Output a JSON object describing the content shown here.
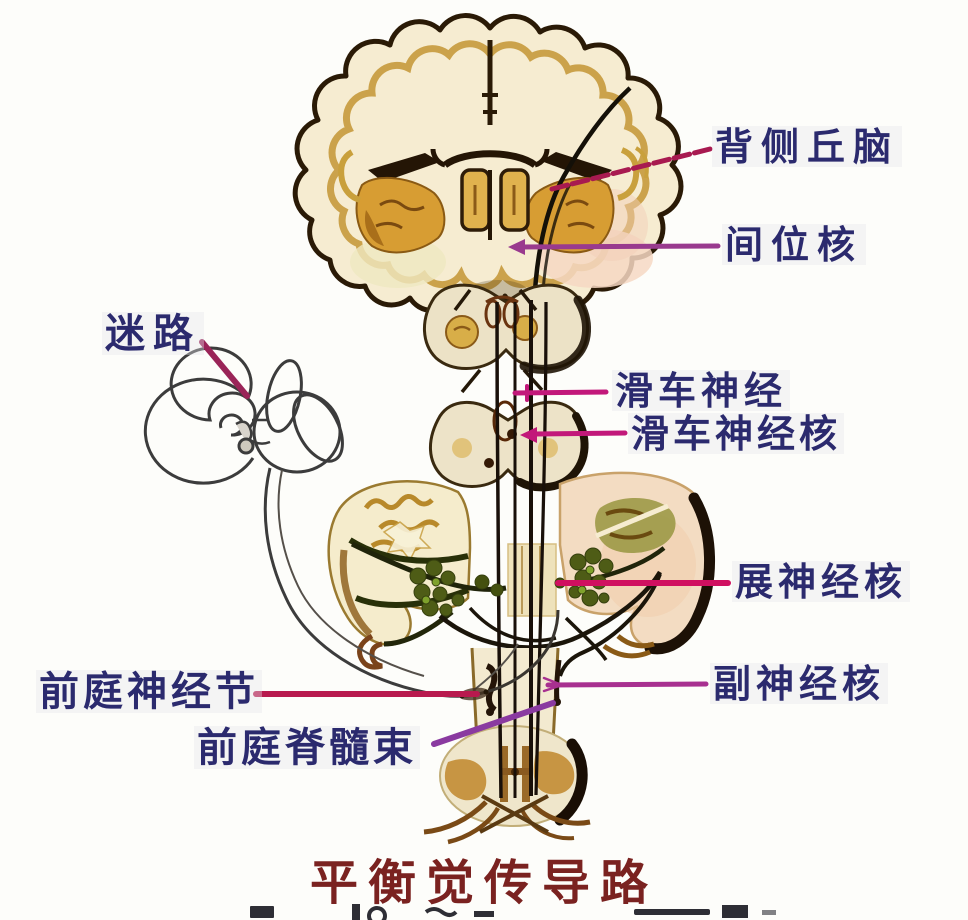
{
  "title": "平衡觉传导路",
  "labels": {
    "labyrinth": "迷路",
    "dorsal_thalamus": "背侧丘脑",
    "interstitial_nucleus": "间位核",
    "trochlear_nerve": "滑车神经",
    "trochlear_nucleus": "滑车神经核",
    "abducens_nucleus": "展神经核",
    "accessory_nucleus": "副神经核",
    "vestibular_ganglion": "前庭神经节",
    "vestibulospinal_tract": "前庭脊髓束"
  },
  "palette": {
    "background": "#fdfdfa",
    "label_text": "#2b2a6e",
    "title_text": "#7a2220",
    "leader_crimson": "#b81a4e",
    "leader_magenta": "#c2187a",
    "leader_purple": "#8a3aa0",
    "section_cream": "#f5ecce",
    "cortex_gold": "#c79a3c",
    "outline_dark": "#2a1a06",
    "nucleus_green": "#4e5c16",
    "gray_matter_gold": "#c28c34",
    "pons_pink": "#f3dcc2",
    "labyrinth_line": "#3c3c3c"
  }
}
